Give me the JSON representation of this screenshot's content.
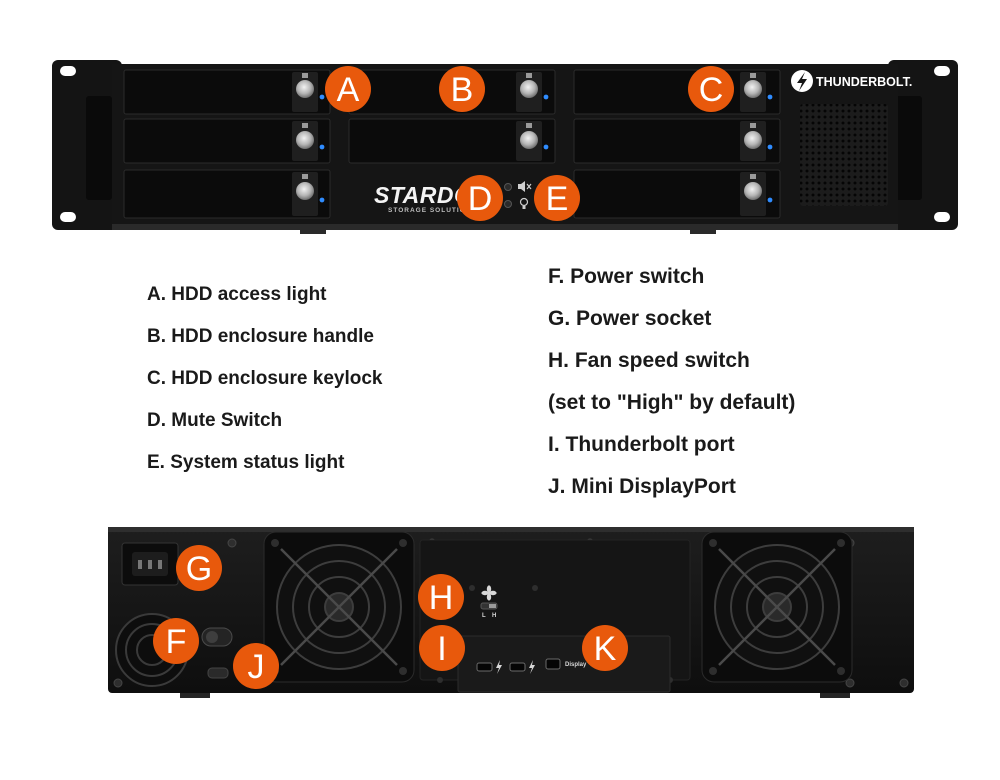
{
  "front_panel": {
    "brand_logo": "STARDOM",
    "brand_tagline": "STORAGE SOLUTIONS",
    "thunderbolt_badge": "THUNDERBOLT.",
    "icons": [
      "lock-icon",
      "mute-speaker-icon",
      "status-bulb-icon",
      "thunderbolt-bolt-icon"
    ]
  },
  "rear_panel": {
    "fan_switch_low_label": "L",
    "fan_switch_high_label": "H",
    "display_port_label": "Display",
    "icons": [
      "fan-icon",
      "thunderbolt-bolt-icon"
    ]
  },
  "callouts": {
    "front": [
      "A",
      "B",
      "C",
      "D",
      "E"
    ],
    "rear": [
      "G",
      "H",
      "F",
      "I",
      "K",
      "J"
    ]
  },
  "legend": {
    "left": [
      "A. HDD access light",
      "B. HDD enclosure handle",
      "C. HDD enclosure keylock",
      "D. Mute Switch",
      "E. System status light"
    ],
    "right": [
      "F. Power switch",
      "G. Power socket",
      "H. Fan speed switch",
      "(set to \"High\" by default)",
      "I. Thunderbolt port",
      "J. Mini DisplayPort"
    ]
  },
  "colors": {
    "callout": "#e8590c",
    "chassis": "#141414",
    "bay": "#0a0a0a",
    "activity_led": "#2f8cff"
  }
}
